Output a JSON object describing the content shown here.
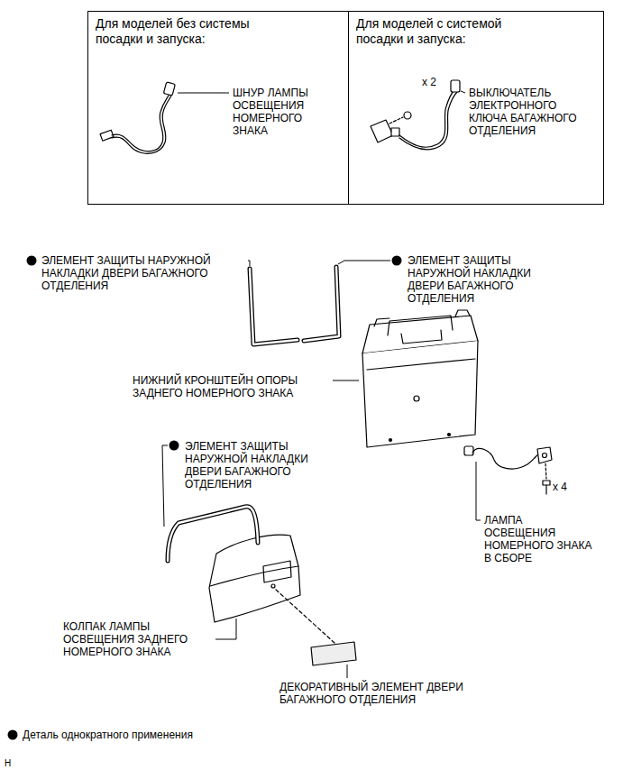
{
  "diagram": {
    "nodes": [
      {
        "text": [
          "Для моделей без системы посадки и запуска:"
        ]
      },
      {
        "text": [
          "Для моделей с системой посадки и запуска:"
        ]
      }
    ],
    "labels": [
      "ШНУР ЛАМПЫ ОСВЕЩЕНИЯ НОМЕРНОГО ЗНАКА",
      "x 2",
      "ВЫКЛЮЧАТЕЛЬ ЭЛЕКТРОННОГО КЛЮЧА БАГАЖНОГО ОТДЕЛЕНИЯ",
      "ЭЛЕМЕНТ ЗАЩИТЫ НАРУЖНОЙ НАКЛАДКИ ДВЕРИ БАГАЖНОГО ОТДЕЛЕНИЯ",
      "ЭЛЕМЕНТ ЗАЩИТЫ НАРУЖНОЙ НАКЛАДКИ ДВЕРИ БАГАЖНОГО ОТДЕЛЕНИЯ",
      "НИЖНИЙ КРОНШТЕЙН ОПОРЫ ЗАДНЕГО НОМЕРНОГО ЗНАКА",
      "ЭЛЕМЕНТ ЗАЩИТЫ НАРУЖНОЙ НАКЛАДКИ ДВЕРИ БАГАЖНОГО ОТДЕЛЕНИЯ",
      "x 4",
      "ЛАМПА ОСВЕЩЕНИЯ НОМЕРНОГО ЗНАКА В СБОРЕ",
      "КОЛПАК ЛАМПЫ ОСВЕЩЕНИЯ ЗАДНЕГО НОМЕРНОГО ЗНАКА",
      "ДЕКОРАТИВНЫЙ ЭЛЕМЕНТ ДВЕРИ БАГАЖНОГО ОТДЕЛЕНИЯ",
      "Н"
    ],
    "legend": [
      {
        "text": "Деталь однократного применения",
        "color": "#000000"
      }
    ]
  }
}
